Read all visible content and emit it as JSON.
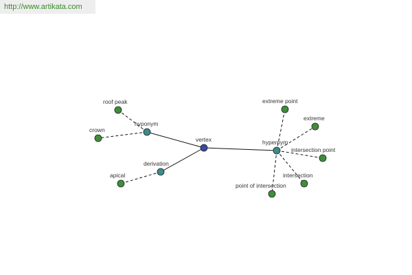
{
  "site_url": "http://www.artikata.com",
  "colors": {
    "root": "#3b4aa0",
    "relation": "#3d8b8b",
    "leaf": "#3e8e3a",
    "link": "#3a8a28"
  },
  "diagram": {
    "root": {
      "id": "vertex",
      "label": "vertex"
    },
    "relations": [
      {
        "id": "hyponym",
        "label": "hyponym",
        "leaves": [
          {
            "id": "roof-peak",
            "label": "roof peak"
          },
          {
            "id": "crown",
            "label": "crown"
          }
        ]
      },
      {
        "id": "derivation",
        "label": "derivation",
        "leaves": [
          {
            "id": "apical",
            "label": "apical"
          }
        ]
      },
      {
        "id": "hypernym",
        "label": "hypernym",
        "leaves": [
          {
            "id": "extreme-point",
            "label": "extreme point"
          },
          {
            "id": "extreme",
            "label": "extreme"
          },
          {
            "id": "intersection-point",
            "label": "intersection point"
          },
          {
            "id": "intersection",
            "label": "intersection"
          },
          {
            "id": "point-of-intersection",
            "label": "point of intersection"
          }
        ]
      }
    ]
  }
}
